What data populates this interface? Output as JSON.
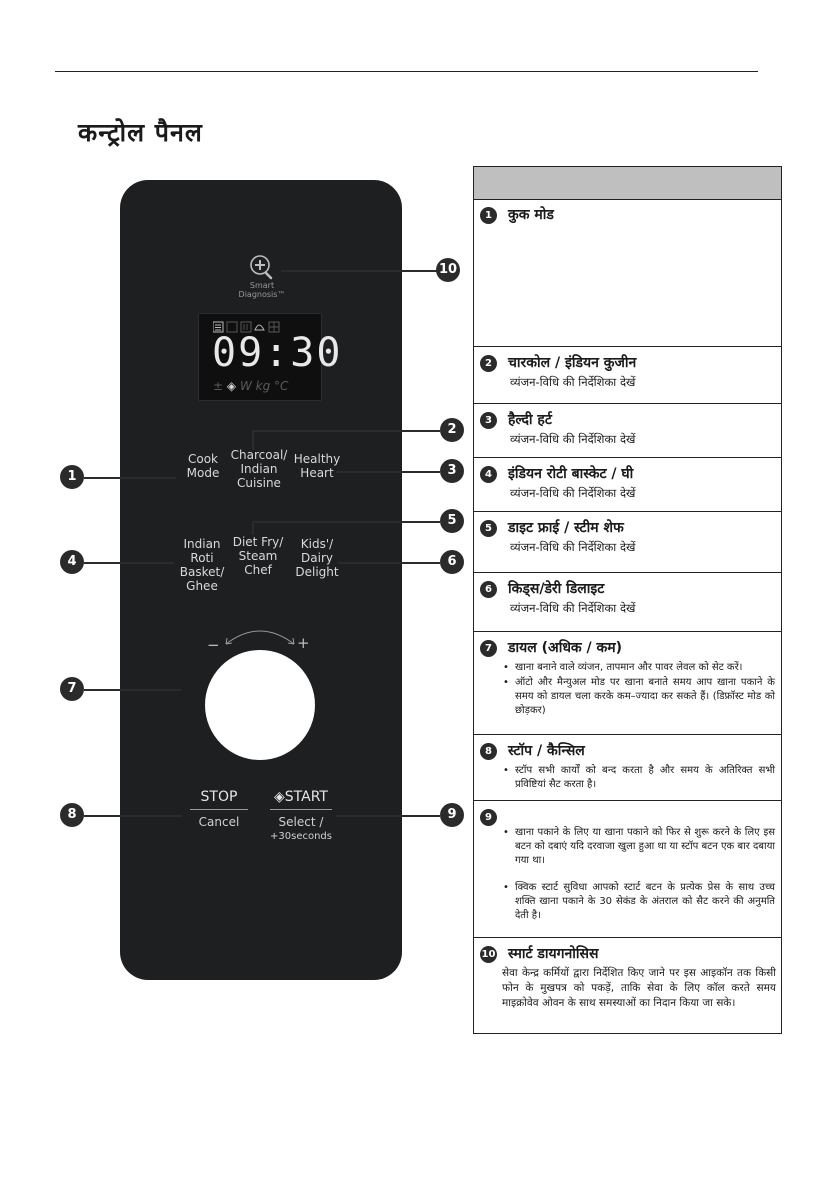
{
  "page": {
    "title": "कन्ट्रोल पैनल"
  },
  "panel": {
    "smart_diagnosis": "Smart\nDiagnosis™",
    "display_time": "09:30",
    "display_indicators": "W  kg  °C",
    "buttons": {
      "cook_mode": "Cook\nMode",
      "charcoal": "Charcoal/\nIndian\nCuisine",
      "healthy_heart": "Healthy\nHeart",
      "indian_roti": "Indian Roti\nBasket/\nGhee",
      "diet_fry": "Diet Fry/\nSteam\nChef",
      "kids_dairy": "Kids'/\nDairy\nDelight",
      "stop": "STOP",
      "cancel": "Cancel",
      "start": "START",
      "select": "Select /",
      "seconds": "+30seconds"
    },
    "dial_minus": "−",
    "dial_plus": "+"
  },
  "callouts": [
    "1",
    "2",
    "3",
    "4",
    "5",
    "6",
    "7",
    "8",
    "9",
    "10"
  ],
  "table": {
    "rows": [
      {
        "num": "1",
        "title": "कुक मोड"
      },
      {
        "num": "2",
        "title": "चारकोल / इंडियन कुजीन",
        "sub": "व्यंजन-विधि की निर्देशिका देखें"
      },
      {
        "num": "3",
        "title": "हैल्दी हर्ट",
        "sub": "व्यंजन-विधि की निर्देशिका देखें"
      },
      {
        "num": "4",
        "title": "इंडियन रोटी बास्केट / घी",
        "sub": "व्यंजन-विधि की निर्देशिका देखें"
      },
      {
        "num": "5",
        "title": "डाइट फ्राई / स्टीम शेफ",
        "sub": "व्यंजन-विधि की निर्देशिका देखें"
      },
      {
        "num": "6",
        "title": "किड्स/डेरी डिलाइट",
        "sub": "व्यंजन-विधि की निर्देशिका देखें"
      },
      {
        "num": "7",
        "title": "डायल (अधिक / कम)",
        "bullets": [
          "खाना बनाने वाले व्यंजन, तापमान और पावर लेवल को सेट करें।",
          "ऑटो और मैन्युअल मोड पर खाना बनाते समय आप खाना पकाने के समय को डायल चला करके कम–ज्यादा कर सकते हैं। (डिफ्रॉस्ट मोड को छोड़कर)"
        ]
      },
      {
        "num": "8",
        "title": "स्टॉप / कैन्सिल",
        "bullets": [
          "स्टॉप सभी कार्यों को बन्द करता है और समय के अतिरिक्त सभी प्रविष्टियां सैट करता है।"
        ]
      },
      {
        "num": "9",
        "title": "",
        "bullets": [
          "खाना पकाने के लिए या खाना पकाने को फिर से शुरू करने के लिए इस बटन को दबाएं यदि दरवाजा खुला हुआ था या स्टॉप बटन एक बार दबाया गया था।",
          "क्विक स्टार्ट सुविधा आपको स्टार्ट बटन के प्रत्येक प्रेस के साथ उच्च शक्ति खाना पकाने के 30 सेकंड के अंतराल को सैट करने की अनुमति देती है।"
        ]
      },
      {
        "num": "10",
        "title": "स्मार्ट डायगनोसिस",
        "body": "सेवा केन्द्र कर्मियों द्वारा निर्देशित किए जाने पर इस आइकॉन तक किसी फोन के मुखपत्र को पकड़ें, ताकि सेवा के लिए कॉल करते समय माइक्रोवेव ओवन के साथ समस्याओं का निदान किया जा सके।"
      }
    ]
  }
}
